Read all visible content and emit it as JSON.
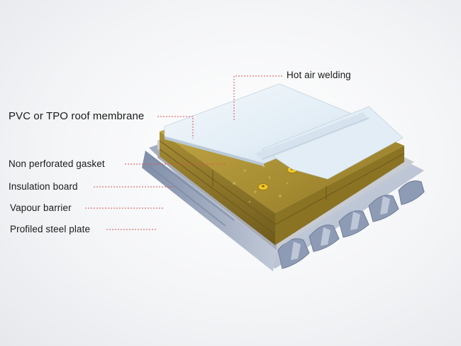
{
  "labels": {
    "hot_air_welding": "Hot air welding",
    "roof_membrane": "PVC or TPO roof membrane",
    "gasket": "Non perforated gasket",
    "insulation": "Insulation board",
    "vapour_barrier": "Vapour barrier",
    "steel_plate": "Profiled steel plate"
  },
  "colors": {
    "leader_line": "#e05050",
    "membrane": "#e9f2f8",
    "insulation": "#b9a043",
    "steel": "#b8c2d2"
  }
}
